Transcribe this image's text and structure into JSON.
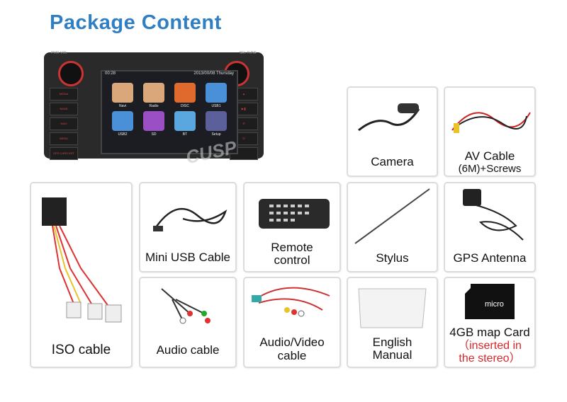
{
  "title": "Package Content",
  "stereo": {
    "status_time": "00:28",
    "status_date": "2013/00/08 Thursday",
    "apps": [
      "Navi",
      "Radio",
      "DISC",
      "USB1",
      "USB2",
      "SD",
      "BT",
      "Setup"
    ],
    "left_buttons": [
      "MEDIA",
      "BAND",
      "NAVI",
      "MENU",
      "GPS CARD RST"
    ],
    "knob_labels": [
      "PWR VOL",
      "SEL TUNE"
    ],
    "watermark": "CUSP"
  },
  "items": [
    {
      "label": "Camera"
    },
    {
      "label": "AV Cable",
      "label2": "(6M)+Screws"
    },
    {
      "label": "ISO cable"
    },
    {
      "label": "Mini USB Cable"
    },
    {
      "label": "Remote",
      "label2": "control"
    },
    {
      "label": "Stylus"
    },
    {
      "label": "GPS Antenna"
    },
    {
      "label": "Audio cable"
    },
    {
      "label": "Audio/Video",
      "label2": "cable"
    },
    {
      "label": "English",
      "label2": "Manual"
    },
    {
      "label": "4GB map Card",
      "note1": "（inserted in",
      "note2": "the stereo）"
    }
  ]
}
